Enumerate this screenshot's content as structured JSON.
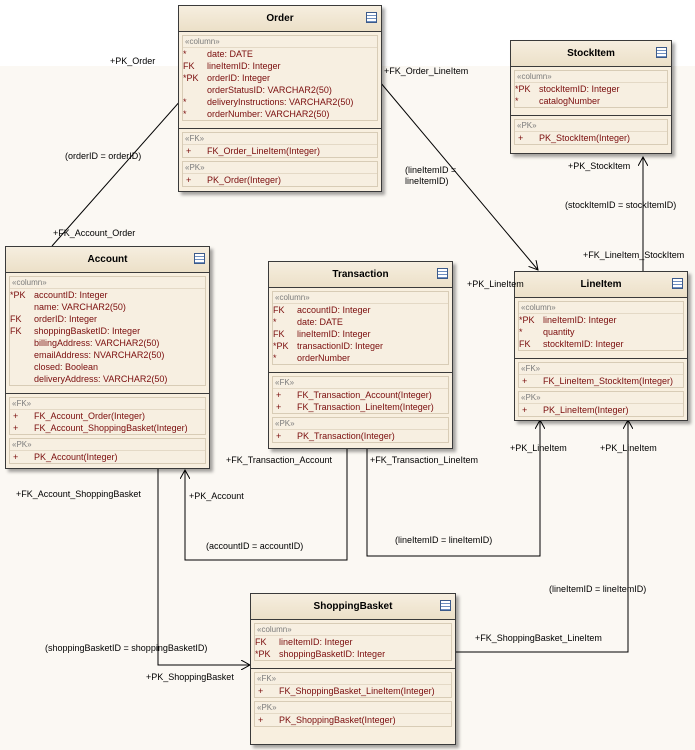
{
  "entities": {
    "order": {
      "title": "Order",
      "columns_header": "«column»",
      "columns": [
        {
          "key": "*",
          "text": "date:  DATE"
        },
        {
          "key": "FK",
          "text": "lineItemID:  Integer"
        },
        {
          "key": "*PK",
          "text": "orderID:  Integer"
        },
        {
          "key": "",
          "text": "orderStatusID:  VARCHAR2(50)"
        },
        {
          "key": "*",
          "text": "deliveryInstructions:  VARCHAR2(50)"
        },
        {
          "key": "*",
          "text": "orderNumber:  VARCHAR2(50)"
        }
      ],
      "fk_header": "«FK»",
      "fk_ops": [
        {
          "key": "+",
          "text": "FK_Order_LineItem(Integer)"
        }
      ],
      "pk_header": "«PK»",
      "pk_ops": [
        {
          "key": "+",
          "text": "PK_Order(Integer)"
        }
      ]
    },
    "stockitem": {
      "title": "StockItem",
      "columns_header": "«column»",
      "columns": [
        {
          "key": "*PK",
          "text": "stockItemID:  Integer"
        },
        {
          "key": "*",
          "text": "catalogNumber"
        }
      ],
      "pk_header": "«PK»",
      "pk_ops": [
        {
          "key": "+",
          "text": "PK_StockItem(Integer)"
        }
      ]
    },
    "account": {
      "title": "Account",
      "columns_header": "«column»",
      "columns": [
        {
          "key": "*PK",
          "text": "accountID:  Integer"
        },
        {
          "key": "",
          "text": "name:  VARCHAR2(50)"
        },
        {
          "key": "FK",
          "text": "orderID:  Integer"
        },
        {
          "key": "FK",
          "text": "shoppingBasketID:  Integer"
        },
        {
          "key": "",
          "text": "billingAddress:  VARCHAR2(50)"
        },
        {
          "key": "",
          "text": "emailAddress:  NVARCHAR2(50)"
        },
        {
          "key": "",
          "text": "closed:  Boolean"
        },
        {
          "key": "",
          "text": "deliveryAddress:  VARCHAR2(50)"
        }
      ],
      "fk_header": "«FK»",
      "fk_ops": [
        {
          "key": "+",
          "text": "FK_Account_Order(Integer)"
        },
        {
          "key": "+",
          "text": "FK_Account_ShoppingBasket(Integer)"
        }
      ],
      "pk_header": "«PK»",
      "pk_ops": [
        {
          "key": "+",
          "text": "PK_Account(Integer)"
        }
      ]
    },
    "transaction": {
      "title": "Transaction",
      "columns_header": "«column»",
      "columns": [
        {
          "key": "FK",
          "text": "accountID:  Integer"
        },
        {
          "key": "*",
          "text": "date:  DATE"
        },
        {
          "key": "FK",
          "text": "lineItemID:  Integer"
        },
        {
          "key": "*PK",
          "text": "transactionID:  Integer"
        },
        {
          "key": "*",
          "text": "orderNumber"
        }
      ],
      "fk_header": "«FK»",
      "fk_ops": [
        {
          "key": "+",
          "text": "FK_Transaction_Account(Integer)"
        },
        {
          "key": "+",
          "text": "FK_Transaction_LineItem(Integer)"
        }
      ],
      "pk_header": "«PK»",
      "pk_ops": [
        {
          "key": "+",
          "text": "PK_Transaction(Integer)"
        }
      ]
    },
    "lineitem": {
      "title": "LineItem",
      "columns_header": "«column»",
      "columns": [
        {
          "key": "*PK",
          "text": "lineItemID:  Integer"
        },
        {
          "key": "*",
          "text": "quantity"
        },
        {
          "key": "FK",
          "text": "stockItemID:  Integer"
        }
      ],
      "fk_header": "«FK»",
      "fk_ops": [
        {
          "key": "+",
          "text": "FK_LineItem_StockItem(Integer)"
        }
      ],
      "pk_header": "«PK»",
      "pk_ops": [
        {
          "key": "+",
          "text": "PK_LineItem(Integer)"
        }
      ]
    },
    "shoppingbasket": {
      "title": "ShoppingBasket",
      "columns_header": "«column»",
      "columns": [
        {
          "key": "FK",
          "text": "lineItemID:  Integer"
        },
        {
          "key": "*PK",
          "text": "shoppingBasketID:  Integer"
        }
      ],
      "fk_header": "«FK»",
      "fk_ops": [
        {
          "key": "+",
          "text": "FK_ShoppingBasket_LineItem(Integer)"
        }
      ],
      "pk_header": "«PK»",
      "pk_ops": [
        {
          "key": "+",
          "text": "PK_ShoppingBasket(Integer)"
        }
      ]
    }
  },
  "labels": {
    "pk_order": "+PK_Order",
    "order_id_eq": "(orderID = orderID)",
    "fk_account_order": "+FK_Account_Order",
    "fk_order_lineitem": "+FK_Order_LineItem",
    "lineitem_eq_order": "(lineItemID =\nlineItemID)",
    "pk_lineitem_order": "+PK_LineItem",
    "pk_stockitem": "+PK_StockItem",
    "stockitem_eq": "(stockItemID = stockItemID)",
    "fk_lineitem_stockitem": "+FK_LineItem_StockItem",
    "fk_transaction_account": "+FK_Transaction_Account",
    "fk_transaction_lineitem": "+FK_Transaction_LineItem",
    "pk_account": "+PK_Account",
    "account_eq": "(accountID = accountID)",
    "lineitem_eq_trans": "(lineItemID = lineItemID)",
    "pk_lineitem_trans": "+PK_LineItem",
    "pk_lineitem_sb": "+PK_LineItem",
    "lineitem_eq_sb": "(lineItemID = lineItemID)",
    "fk_account_shoppingbasket": "+FK_Account_ShoppingBasket",
    "shoppingbasket_eq": "(shoppingBasketID = shoppingBasketID)",
    "pk_shoppingbasket": "+PK_ShoppingBasket",
    "fk_shoppingbasket_lineitem": "+FK_ShoppingBasket_LineItem"
  }
}
